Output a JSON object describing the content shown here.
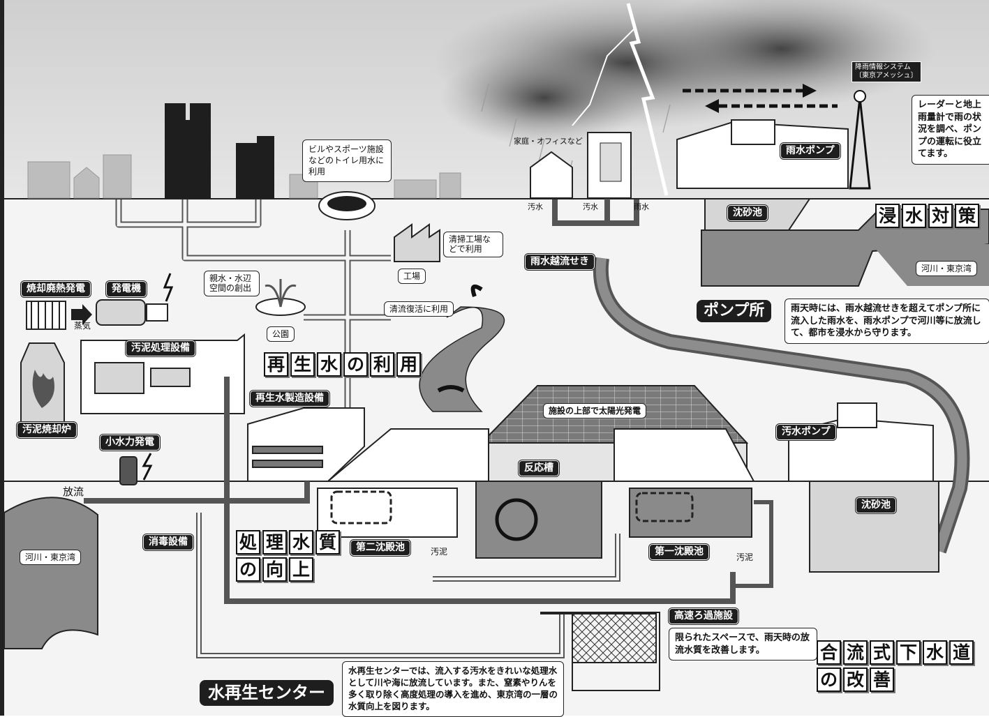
{
  "labels": {
    "building_use": "ビルやスポーツ施設などのトイレ用水に利用",
    "cleaning_factory": "清掃工場などで利用",
    "factory": "工場",
    "waterside": "親水・水辺空間の創出",
    "park": "公園",
    "stream_revival": "清流復活に利用",
    "reclaimed_water_use": "再生水の利用",
    "incineration_power": "焼却廃熱発電",
    "generator": "発電機",
    "steam": "蒸気",
    "sludge_treatment": "汚泥処理設備",
    "sludge_incinerator": "汚泥焼却炉",
    "reclaimed_production": "再生水製造設備",
    "small_hydro": "小水力発電",
    "discharge": "放流",
    "disinfection": "消毒設備",
    "river_bay_left": "河川・東京湾",
    "water_quality_1": "処理水質",
    "water_quality_2": "の向上",
    "second_settling": "第二沈殿池",
    "sludge_1": "汚泥",
    "sludge_2": "汚泥",
    "reaction_tank": "反応槽",
    "solar": "施設の上部で太陽光発電",
    "first_settling": "第一沈殿池",
    "high_speed_filter": "高速ろ過施設",
    "high_speed_filter_desc": "限られたスペースで、雨天時の放流水質を改善します。",
    "water_reclamation_center": "水再生センター",
    "center_desc": "水再生センターでは、流入する汚水をきれいな処理水として川や海に放流しています。また、窒素やりんを多く取り除く高度処理の導入を進め、東京湾の一層の水質向上を図ります。",
    "combined_sewer_1": "合流式下水道",
    "combined_sewer_2": "の改善",
    "homes_offices": "家庭・オフィスなど",
    "sewage_a": "汚水",
    "sewage_b": "汚水",
    "rainwater": "雨水",
    "overflow_weir": "雨水越流せき",
    "rain_info_1": "降雨情報システム",
    "rain_info_2": "〔東京アメッシュ〕",
    "radar_note": "レーダーと地上雨量計で雨の状況を調べ、ポンプの運転に役立てます。",
    "rain_pump": "雨水ポンプ",
    "grit_chamber_top": "沈砂池",
    "flood_control": "浸水対策",
    "river_bay_right": "河川・東京湾",
    "pump_station": "ポンプ所",
    "pump_station_desc": "雨天時には、雨水越流せきを超えてポンプ所に流入した雨水を、雨水ポンプで河川等に放流して、都市を浸水から守ります。",
    "sewage_pump": "汚水ポンプ",
    "grit_chamber_bottom": "沈砂池"
  }
}
